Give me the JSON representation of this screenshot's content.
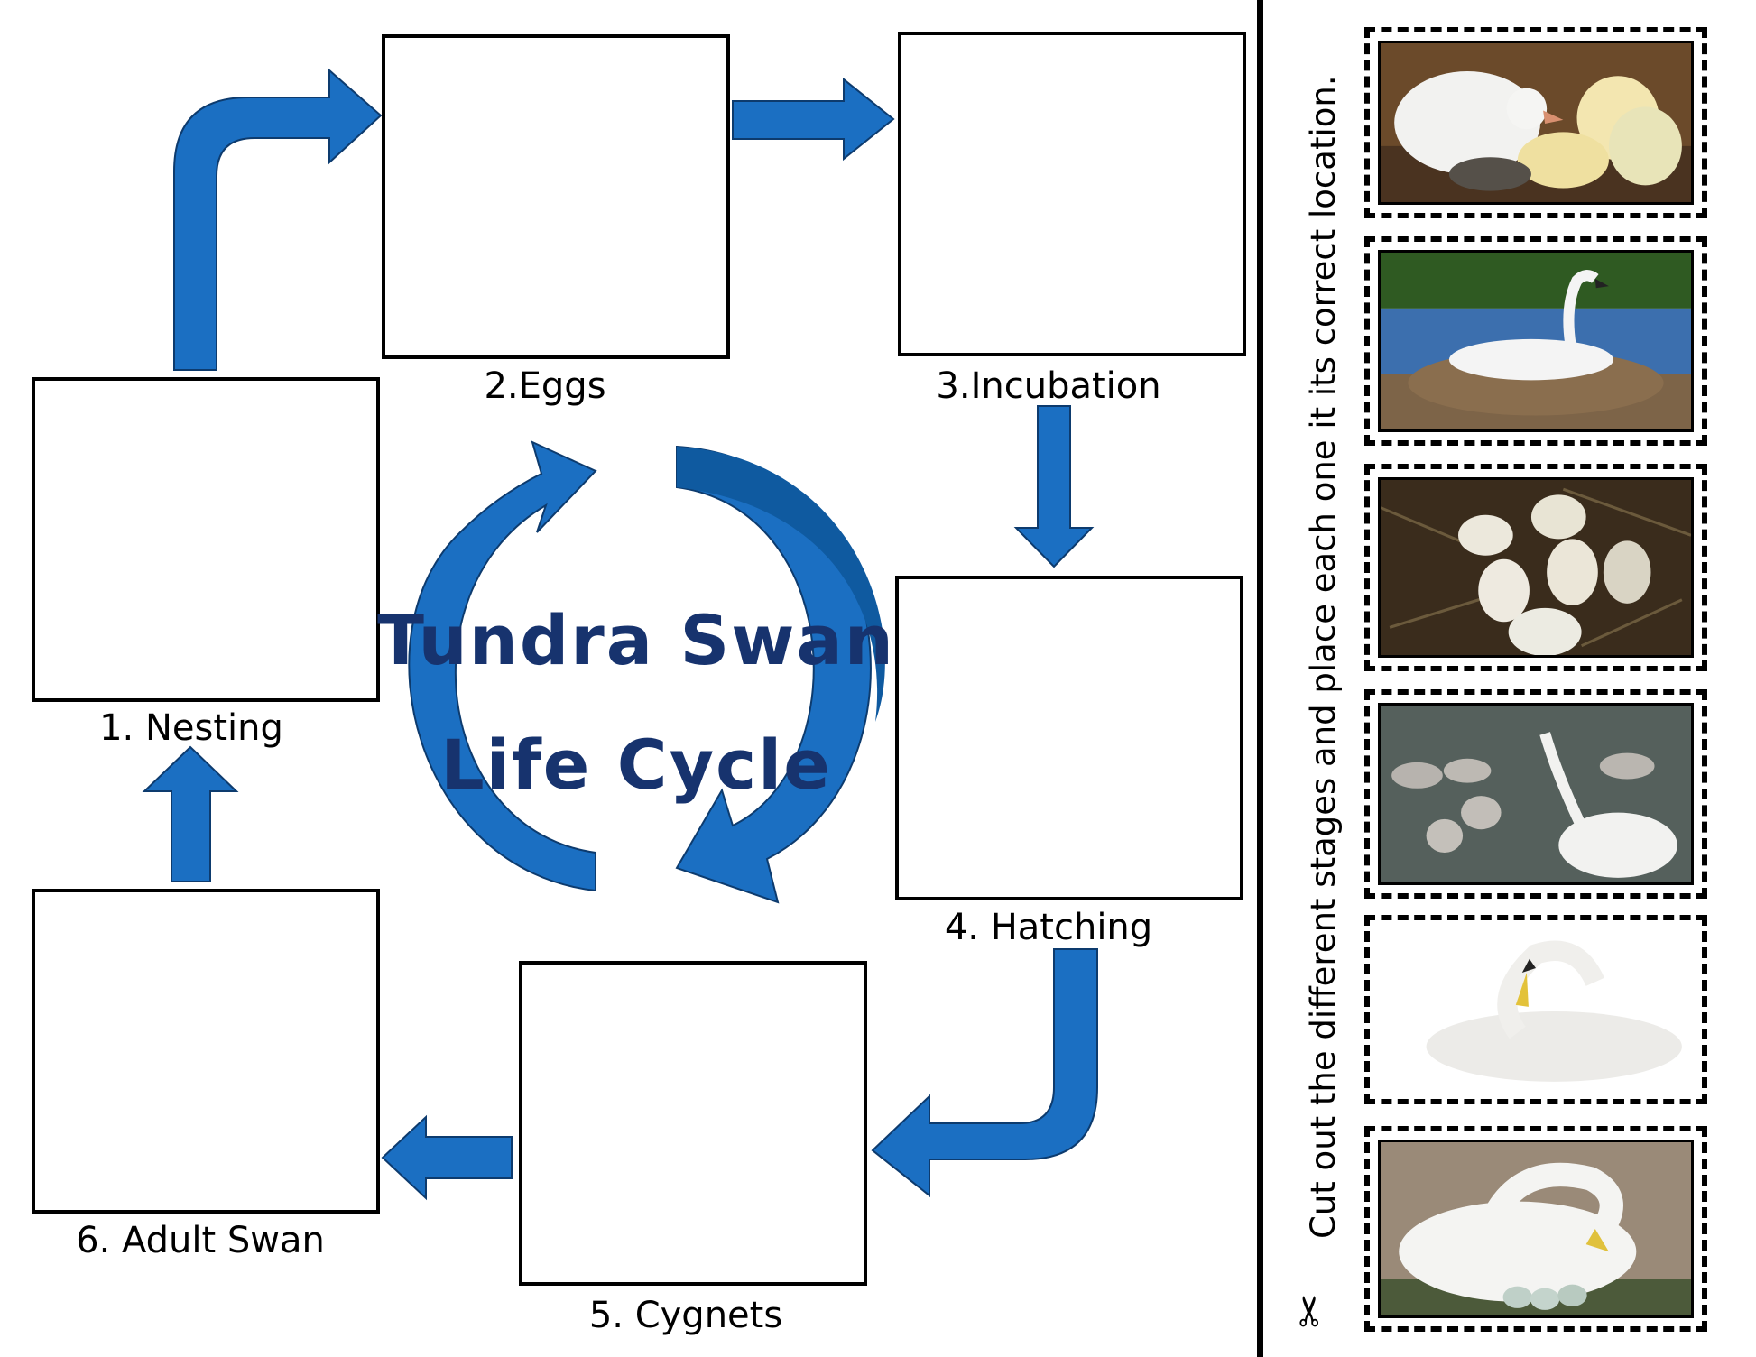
{
  "title": {
    "line1": "Tundra Swan",
    "line2": "Life Cycle"
  },
  "stages": [
    {
      "label": "1. Nesting"
    },
    {
      "label": "2.Eggs"
    },
    {
      "label": "3.Incubation"
    },
    {
      "label": "4. Hatching"
    },
    {
      "label": "5. Cygnets"
    },
    {
      "label": "6. Adult Swan"
    }
  ],
  "instruction": "Cut out the different stages and place each one it its correct location.",
  "cards": [
    {
      "icon": "cygnet-hatching-with-eggs-photo"
    },
    {
      "icon": "swan-on-nest-by-lake-photo"
    },
    {
      "icon": "swan-eggs-in-nest-photo"
    },
    {
      "icon": "swan-with-cygnets-swimming-photo"
    },
    {
      "icon": "adult-swan-preening-photo"
    },
    {
      "icon": "swan-sitting-on-eggs-photo"
    }
  ],
  "colors": {
    "arrow": "#1b6fc2",
    "arrow_dark": "#0d4e8f",
    "title": "#17336e"
  }
}
